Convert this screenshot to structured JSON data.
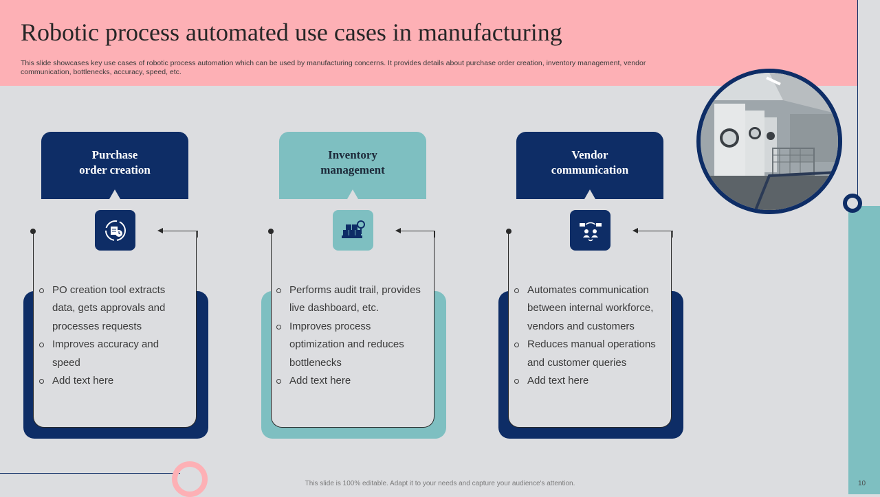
{
  "slide": {
    "title": "Robotic process automated use cases in manufacturing",
    "subtitle": "This slide showcases key use cases of robotic process automation which can be used by manufacturing concerns. It provides details about purchase order creation, inventory management, vendor communication, bottlenecks, accuracy, speed, etc.",
    "footer": "This slide is 100% editable. Adapt it to your needs and capture your audience's attention.",
    "page_number": "10"
  },
  "colors": {
    "navy": "#0e2d66",
    "teal": "#7ebfc1",
    "pink": "#fdb0b5",
    "background": "#dcdde0"
  },
  "cards": [
    {
      "heading": "Purchase order creation",
      "heading_lines": [
        "Purchase",
        "order creation"
      ],
      "icon": "purchase-order-icon",
      "theme": "navy",
      "bullets": [
        "PO creation tool extracts data, gets approvals and processes requests",
        "Improves accuracy and speed",
        "Add text here"
      ]
    },
    {
      "heading": "Inventory management",
      "heading_lines": [
        "Inventory",
        "management"
      ],
      "icon": "inventory-boxes-icon",
      "theme": "teal",
      "bullets": [
        "Performs audit trail, provides live dashboard, etc.",
        "Improves process optimization and reduces bottlenecks",
        "Add text here"
      ]
    },
    {
      "heading": "Vendor communication",
      "heading_lines": [
        "Vendor",
        "communication"
      ],
      "icon": "vendor-communication-icon",
      "theme": "navy",
      "bullets": [
        "Automates communication between internal workforce, vendors and customers",
        "Reduces manual operations and customer queries",
        "Add text here"
      ]
    }
  ],
  "image": {
    "icon": "factory-photo-icon"
  }
}
